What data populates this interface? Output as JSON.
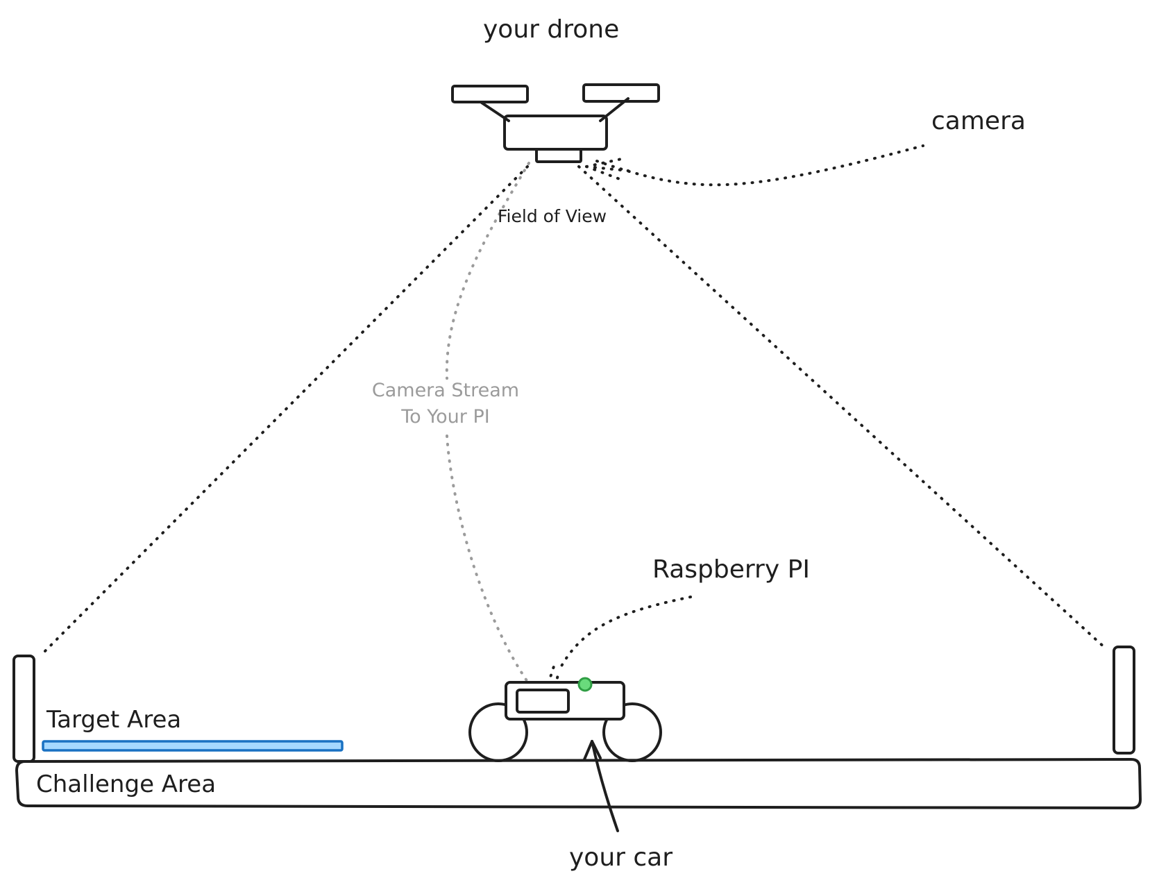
{
  "labels": {
    "drone": "your drone",
    "camera": "camera",
    "field_of_view": "Field of View",
    "camera_stream_line1": "Camera Stream",
    "camera_stream_line2": "To Your PI",
    "raspberry_pi": "Raspberry PI",
    "target_area": "Target Area",
    "challenge_area": "Challenge Area",
    "car": "your car"
  },
  "colors": {
    "ink": "#1e1e1e",
    "stream_line": "#9b9b9b",
    "target_fill": "#a5d8ff",
    "target_stroke": "#1971c2",
    "pi_led_fill": "#69db7c",
    "pi_led_stroke": "#2f9e44"
  }
}
